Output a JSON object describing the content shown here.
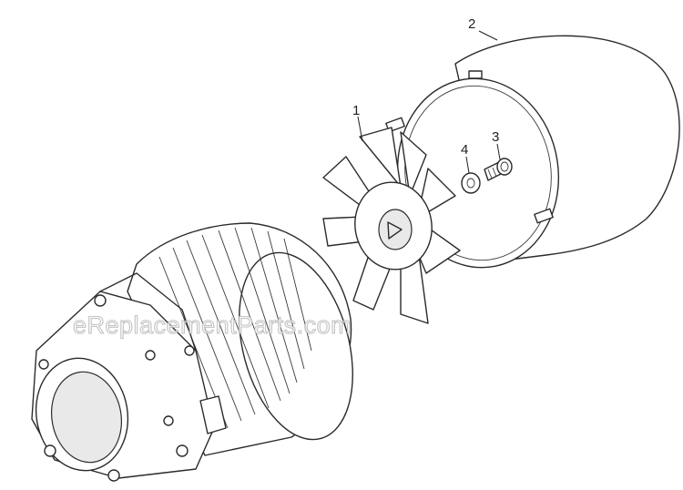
{
  "callouts": [
    {
      "id": "1",
      "label": "1"
    },
    {
      "id": "2",
      "label": "2"
    },
    {
      "id": "3",
      "label": "3"
    },
    {
      "id": "4",
      "label": "4"
    }
  ],
  "watermark": "eReplacementParts.com"
}
